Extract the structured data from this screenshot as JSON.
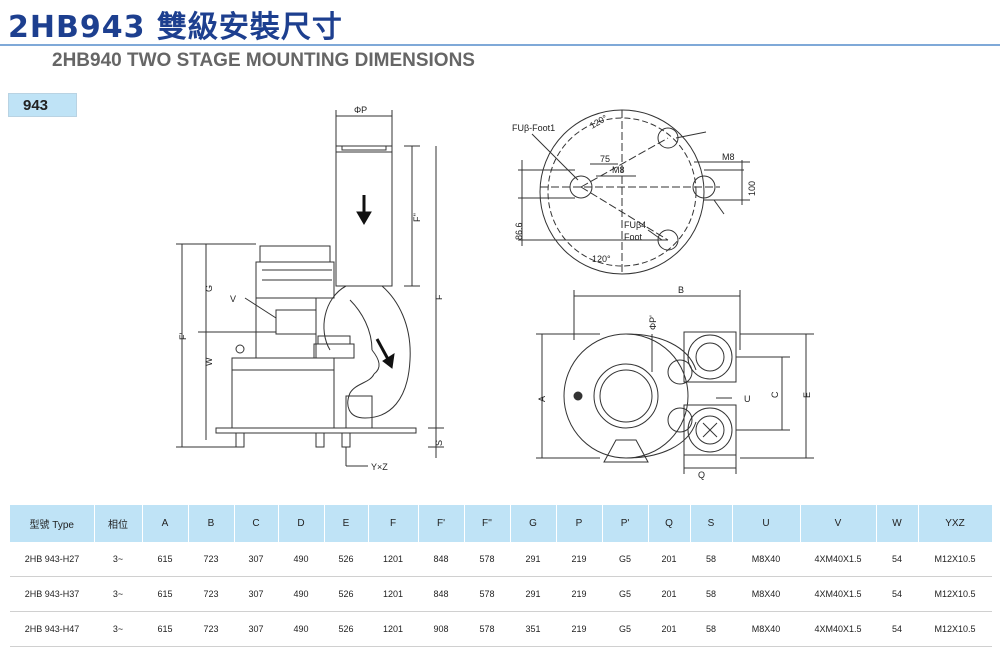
{
  "header": {
    "title_cn": "2HB943 雙級安裝尺寸",
    "title_en": "2HB940 TWO STAGE MOUNTING DIMENSIONS",
    "model_tag": "943"
  },
  "drawing_labels": {
    "phi_p": "ΦP",
    "f_double": "F''",
    "g": "G",
    "v": "V",
    "f_prime": "F'",
    "w": "W",
    "f": "F",
    "s": "S",
    "yz": "Y×Z",
    "foot1": "FUβ-Foot1",
    "angle_top": "120°",
    "dim_75": "75",
    "m8_left": "M8",
    "m8_right": "M8",
    "dim_100": "100",
    "dim_86_6": "86.6",
    "foot4": "FUβ4",
    "foot4b": "Foot",
    "angle_bottom": "120°",
    "b": "B",
    "phi_p_prime": "ΦP'",
    "a": "A",
    "u": "U",
    "c": "C",
    "e": "E",
    "q": "Q"
  },
  "table": {
    "headers": [
      "型號 Type",
      "相位",
      "A",
      "B",
      "C",
      "D",
      "E",
      "F",
      "F'",
      "F''",
      "G",
      "P",
      "P'",
      "Q",
      "S",
      "U",
      "V",
      "W",
      "YXZ"
    ],
    "rows": [
      [
        "2HB 943-H27",
        "3~",
        "615",
        "723",
        "307",
        "490",
        "526",
        "1201",
        "848",
        "578",
        "291",
        "219",
        "G5",
        "201",
        "58",
        "M8X40",
        "4XM40X1.5",
        "54",
        "M12X10.5"
      ],
      [
        "2HB 943-H37",
        "3~",
        "615",
        "723",
        "307",
        "490",
        "526",
        "1201",
        "848",
        "578",
        "291",
        "219",
        "G5",
        "201",
        "58",
        "M8X40",
        "4XM40X1.5",
        "54",
        "M12X10.5"
      ],
      [
        "2HB 943-H47",
        "3~",
        "615",
        "723",
        "307",
        "490",
        "526",
        "1201",
        "908",
        "578",
        "351",
        "219",
        "G5",
        "201",
        "58",
        "M8X40",
        "4XM40X1.5",
        "54",
        "M12X10.5"
      ]
    ]
  }
}
